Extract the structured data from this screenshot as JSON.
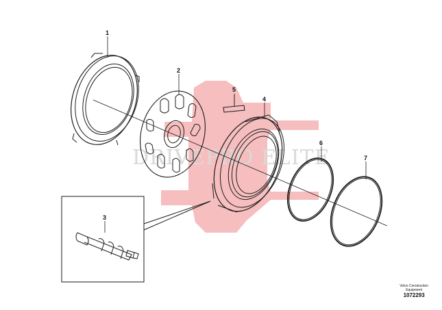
{
  "diagram": {
    "callouts": [
      {
        "id": "1",
        "label": "1"
      },
      {
        "id": "2",
        "label": "2"
      },
      {
        "id": "3",
        "label": "3"
      },
      {
        "id": "4",
        "label": "4"
      },
      {
        "id": "5",
        "label": "5"
      },
      {
        "id": "6",
        "label": "6"
      },
      {
        "id": "7",
        "label": "7"
      }
    ],
    "watermark": "DRIVEPRO ELITE",
    "footer": {
      "brand_line1": "Volvo Construction",
      "brand_line2": "Equipment",
      "part_code": "1072293"
    },
    "colors": {
      "line": "#1a1a1a",
      "watermark_gear": "#f4b3b3",
      "watermark_text": "#d9d9d9"
    }
  }
}
